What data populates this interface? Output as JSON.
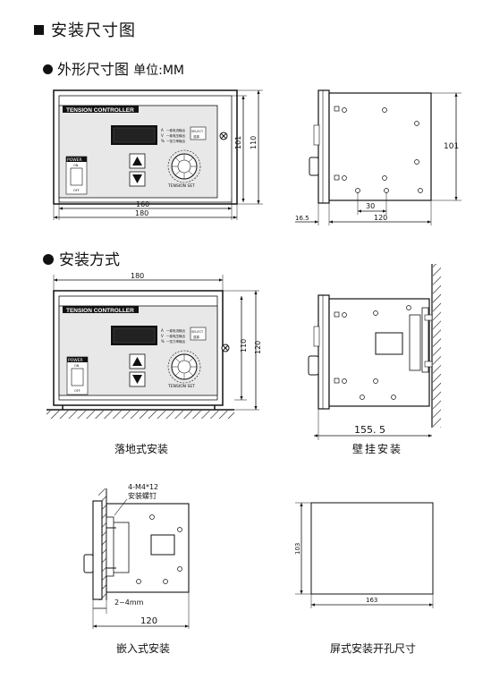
{
  "title": "安装尺寸图",
  "section1": {
    "heading": "外形尺寸图",
    "unit_label": "单位:MM"
  },
  "section2": {
    "heading": "安装方式"
  },
  "controller": {
    "brand": "TENSION CONTROLLER",
    "power_label": "POWER",
    "on": "ON",
    "off": "OFF",
    "select": "SELECT",
    "select_sub": "选择",
    "knob_label": "TENSION SET",
    "indicators": [
      {
        "sym": "A",
        "text": "一卷电流输出"
      },
      {
        "sym": "V",
        "text": "一卷电压输出"
      },
      {
        "sym": "%",
        "text": "一张力率输出"
      }
    ]
  },
  "dims_front": {
    "w_inner": "160",
    "w_outer": "180",
    "h_inner": "101",
    "h_outer": "110"
  },
  "dims_side": {
    "h": "101",
    "hole_pitch": "30",
    "depth": "120",
    "protrusion": "16.5"
  },
  "dims_floor": {
    "w": "180",
    "h_inner": "110",
    "h_outer": "120"
  },
  "dims_wall": {
    "depth": "155. 5"
  },
  "captions": {
    "floor": "落地式安装",
    "wall": "壁挂安装",
    "embed": "嵌入式安装",
    "cutout": "屏式安装开孔尺寸"
  },
  "embed": {
    "screw": "4-M4*12",
    "screw_desc": "安装螺钉",
    "gap": "2~4mm",
    "depth": "120"
  },
  "cutout": {
    "h": "103",
    "w": "163"
  }
}
